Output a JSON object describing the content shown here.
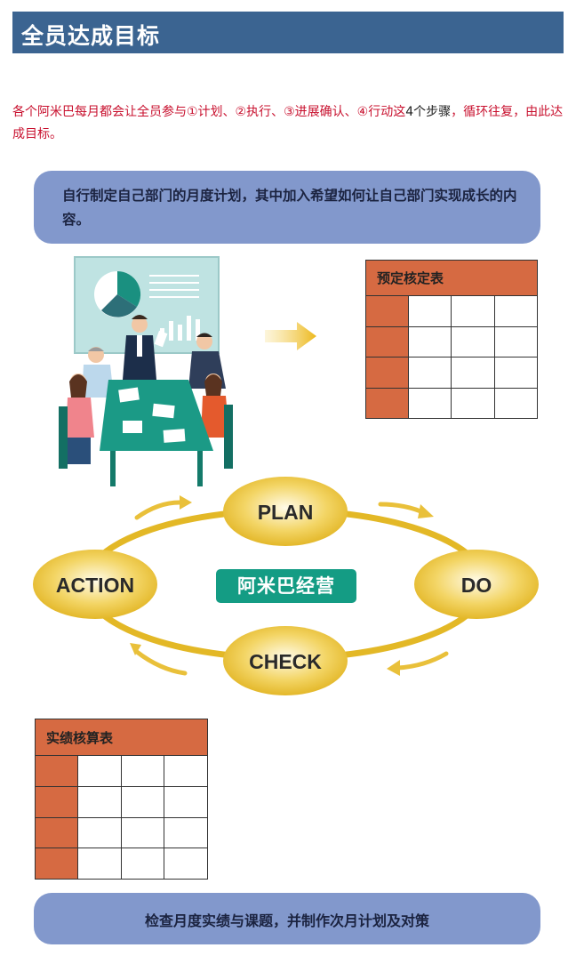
{
  "header": {
    "title": "全员达成目标"
  },
  "intro": {
    "part1": "各个阿米巴每月都会让全员参与①计划、②执行、③进展确认、④行动这",
    "count": "4个步骤",
    "part2": "，循环往复，由此达成目标。"
  },
  "plan_box": {
    "text": "自行制定自己部门的月度计划，其中加入希望如何让自己部门实现成长的内容。"
  },
  "schedule_table": {
    "title": "预定核定表",
    "rows": 4,
    "cols": 3
  },
  "cycle": {
    "plan": "PLAN",
    "do": "DO",
    "check": "CHECK",
    "action": "ACTION",
    "center": "阿米巴经营",
    "colors": {
      "node": "#e3b826",
      "ring": "#e3b826",
      "arrow": "#e3b826",
      "center": "#149c84"
    }
  },
  "results_table": {
    "title": "实绩核算表",
    "rows": 4,
    "cols": 3
  },
  "check_box": {
    "text": "检查月度实绩与课题，并制作次月计划及对策"
  },
  "colors": {
    "header": "#3b6491",
    "pill": "#8298cc",
    "table_accent": "#d66a42",
    "intro_text": "#c8102e"
  }
}
